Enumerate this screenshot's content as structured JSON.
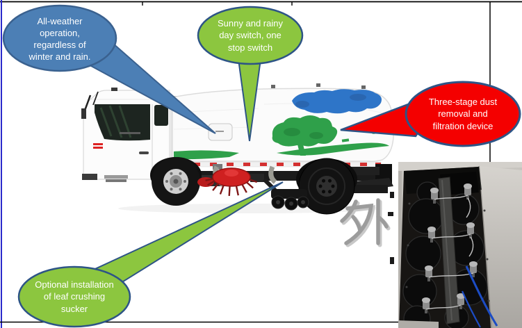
{
  "page": {
    "background": "#FFFFFF",
    "frame": {
      "top_line_color": "#000000",
      "bottom_line_color": "#000000",
      "left_line_color": "#2A2ACB",
      "column_line_color": "#000000"
    }
  },
  "callouts": [
    {
      "name": "all-weather",
      "text": "All-weather operation, regardless of winter and rain.",
      "fill": "#4C7FB5",
      "border": "#3A618F",
      "text_color": "#FFFFFF"
    },
    {
      "name": "day-switch",
      "text": "Sunny and rainy day switch, one stop switch",
      "fill": "#8CC63F",
      "border": "#2D5486",
      "text_color": "#FFFFFF"
    },
    {
      "name": "dust-filtration",
      "text": "Three-stage dust removal and filtration device",
      "fill": "#F40000",
      "border": "#2D5486",
      "text_color": "#FFFFFF"
    },
    {
      "name": "leaf-sucker",
      "text": "Optional installation of leaf crushing sucker",
      "fill": "#8CC63F",
      "border": "#2D5486",
      "text_color": "#FFFFFF"
    }
  ],
  "watermark": {
    "text": "外",
    "color": "#9C9C9C"
  },
  "truck": {
    "body_color": "#FBFBFB",
    "stripe_green": "#2FA04A",
    "splash_blue": "#2E75C8",
    "brush_red": "#CF2020"
  },
  "photo": {
    "lid_color": "#C6C3BE",
    "interior_color": "#171513",
    "tube_blue": "#1C4CC4"
  }
}
